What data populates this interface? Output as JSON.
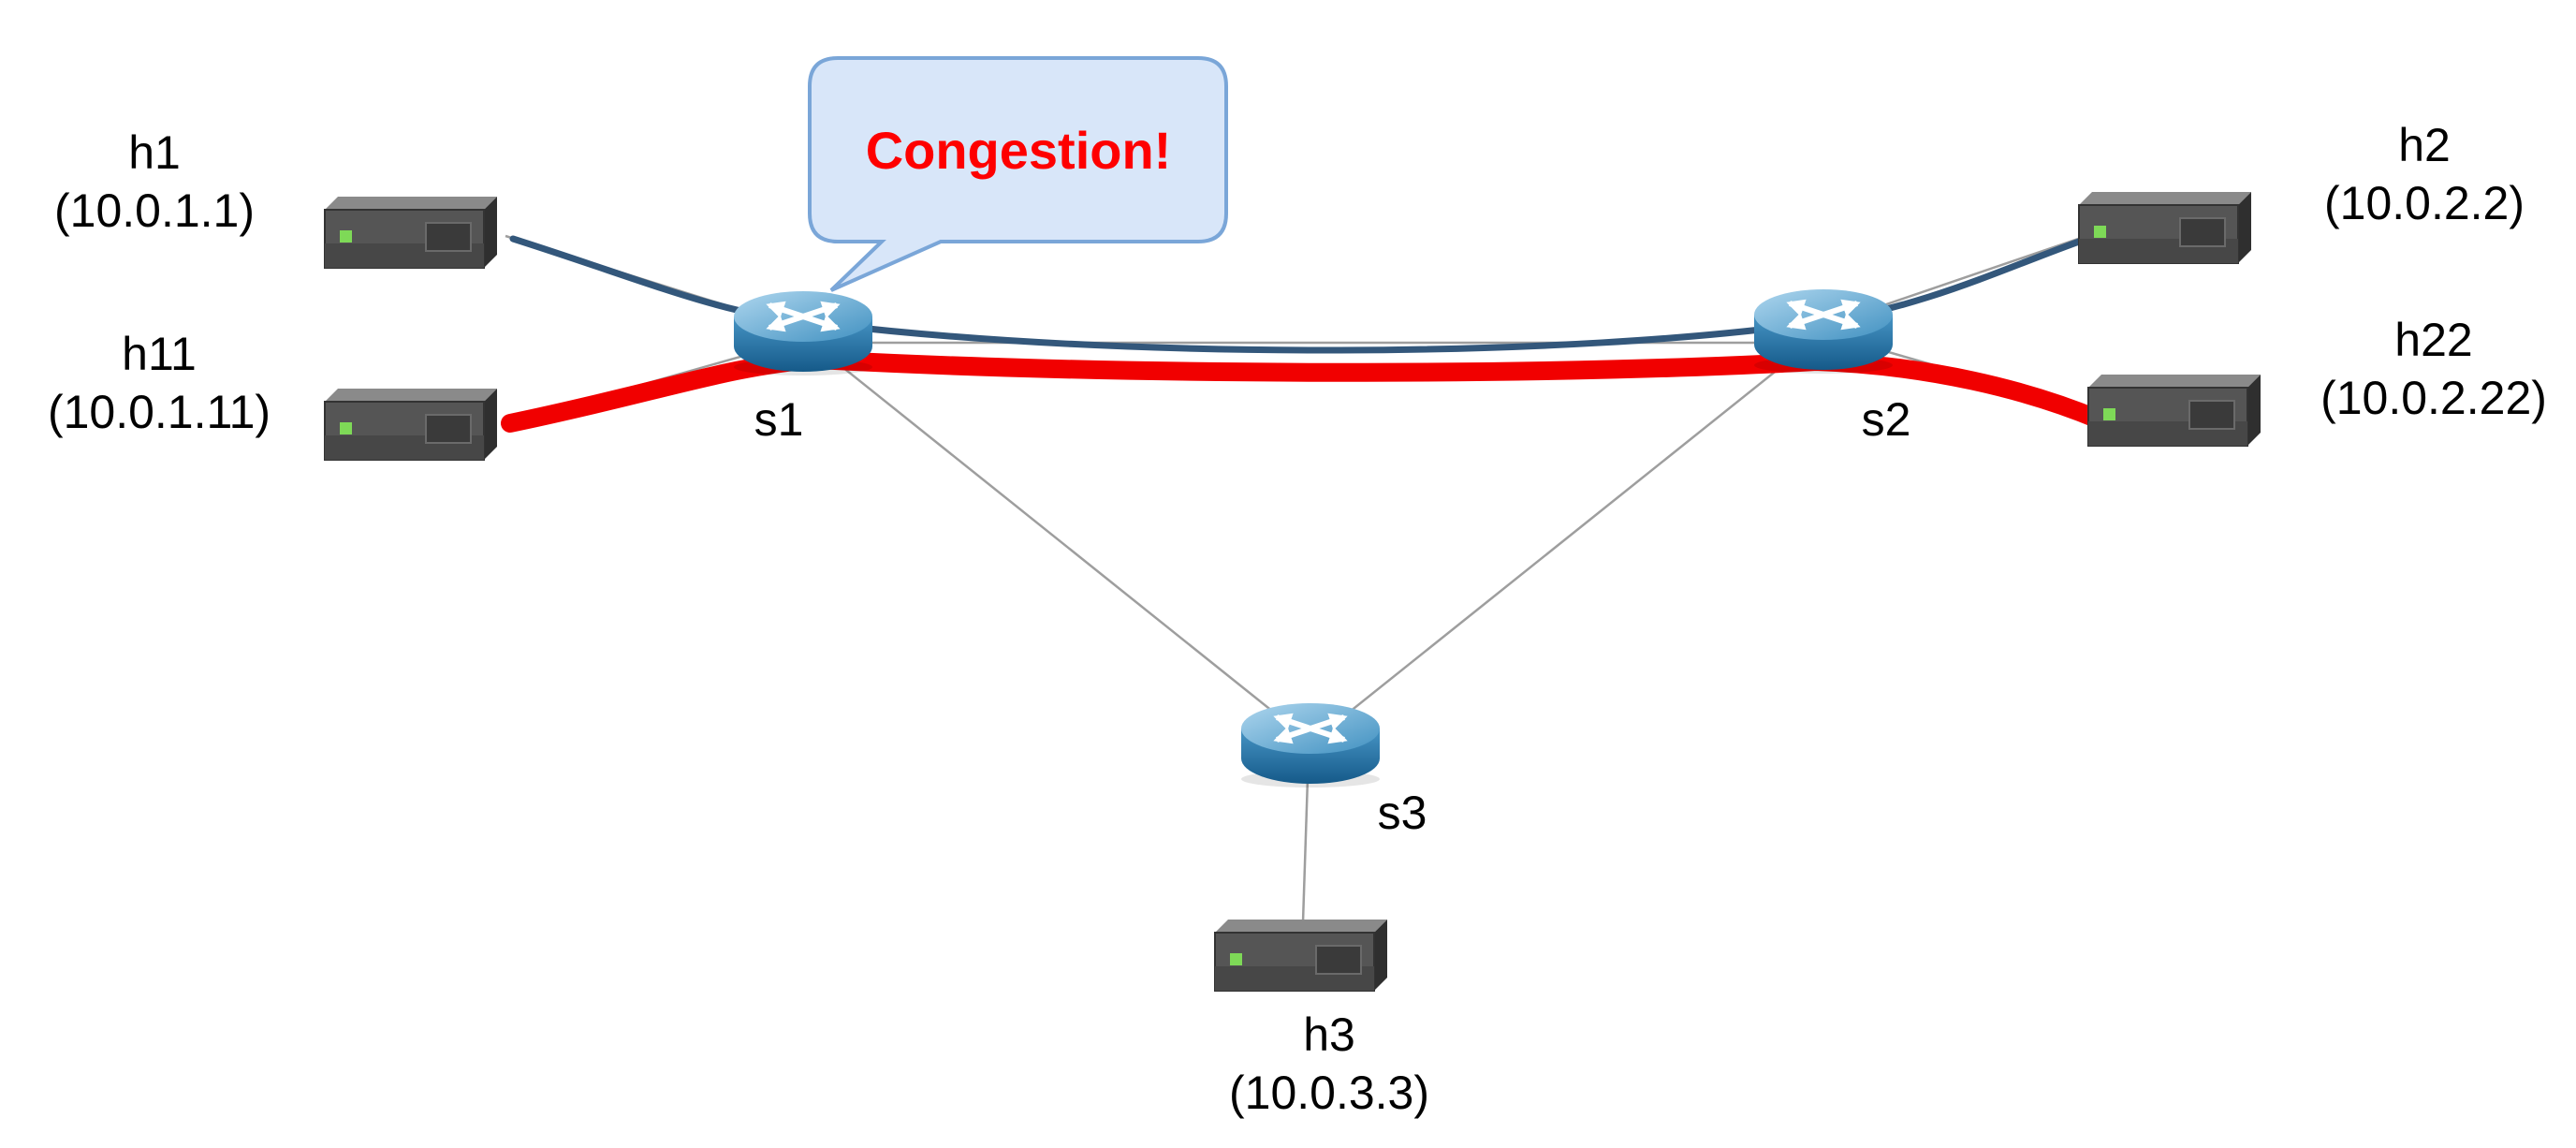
{
  "figure": {
    "callout": {
      "text": "Congestion!",
      "fill": "#d8e6f9",
      "border": "#7aa6d8",
      "text_color": "#fe0000"
    },
    "nodes": {
      "h1": {
        "name": "h1",
        "ip": "(10.0.1.1)",
        "type": "host"
      },
      "h11": {
        "name": "h11",
        "ip": "(10.0.1.11)",
        "type": "host"
      },
      "h2": {
        "name": "h2",
        "ip": "(10.0.2.2)",
        "type": "host"
      },
      "h22": {
        "name": "h22",
        "ip": "(10.0.2.22)",
        "type": "host"
      },
      "h3": {
        "name": "h3",
        "ip": "(10.0.3.3)",
        "type": "host"
      },
      "s1": {
        "name": "s1",
        "type": "switch"
      },
      "s2": {
        "name": "s2",
        "type": "switch"
      },
      "s3": {
        "name": "s3",
        "type": "switch"
      }
    },
    "links": [
      "h1-s1",
      "h11-s1",
      "s1-s2",
      "s1-s3",
      "s2-s3",
      "h2-s2",
      "h22-s2",
      "h3-s3"
    ],
    "flows": [
      {
        "name": "flow-h1-h2",
        "route": "h1 - s1 - s2 - h2",
        "color": "#33577b",
        "congested": false
      },
      {
        "name": "flow-h11-h22",
        "route": "h11 - s1 - s2 - h22",
        "color": "#f10000",
        "congested": true
      }
    ],
    "colors": {
      "link_gray": "#9e9e9e",
      "router_blue_light": "#aed6ee",
      "router_blue_dark": "#155a89",
      "server_gray": "#555555"
    }
  }
}
